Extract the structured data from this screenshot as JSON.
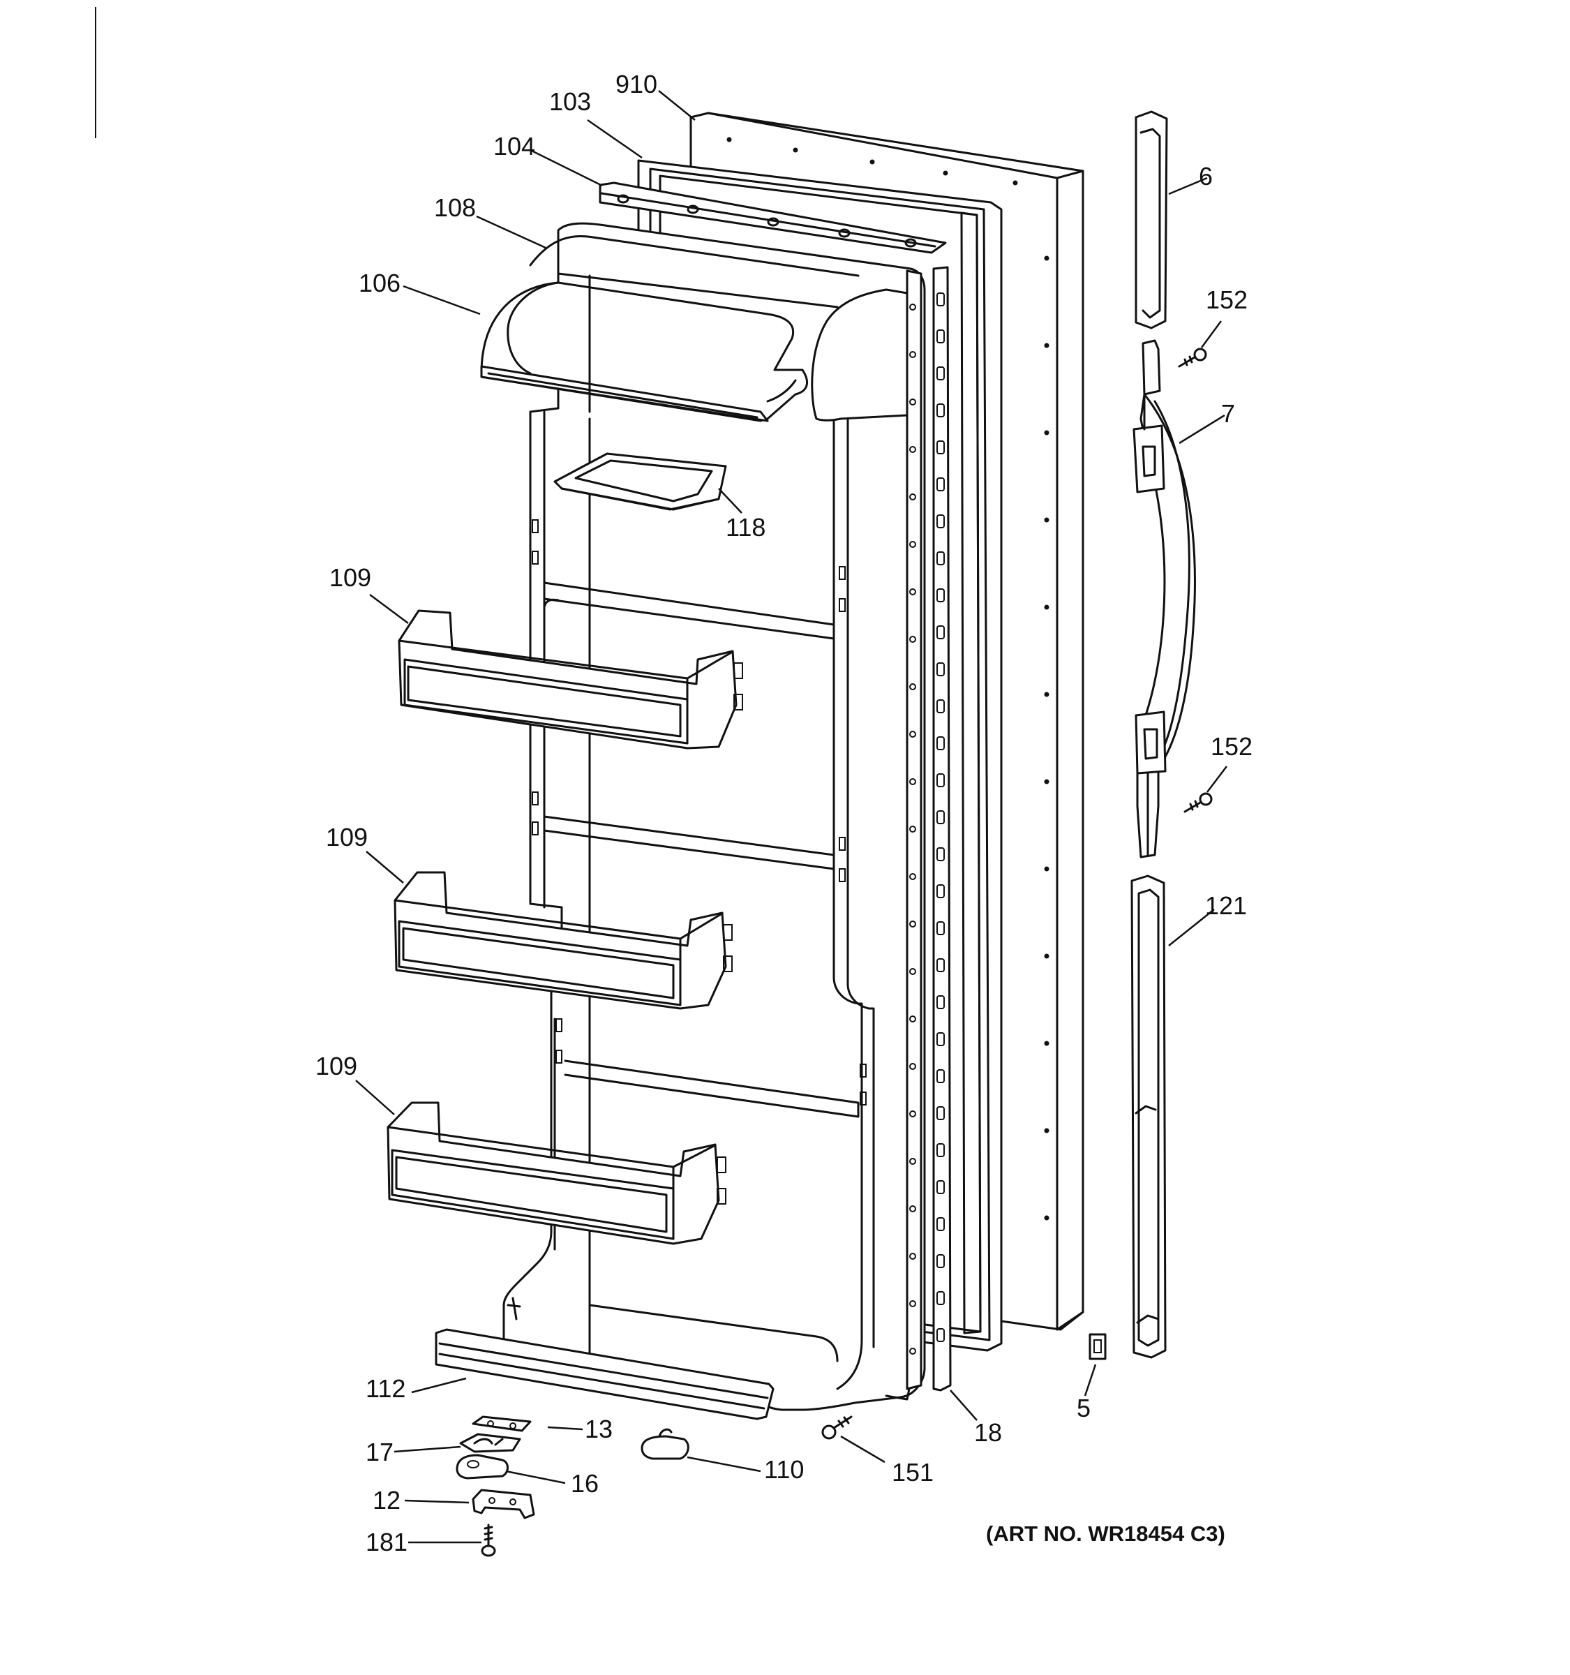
{
  "diagram": {
    "art_number": "(ART NO. WR18454 C3)",
    "callouts": {
      "c910": "910",
      "c103": "103",
      "c104": "104",
      "c108": "108",
      "c106": "106",
      "c118": "118",
      "c109a": "109",
      "c109b": "109",
      "c109c": "109",
      "c112": "112",
      "c13": "13",
      "c17": "17",
      "c16": "16",
      "c12": "12",
      "c181": "181",
      "c110": "110",
      "c151": "151",
      "c18": "18",
      "c5": "5",
      "c6": "6",
      "c152a": "152",
      "c7": "7",
      "c152b": "152",
      "c121": "121"
    }
  }
}
